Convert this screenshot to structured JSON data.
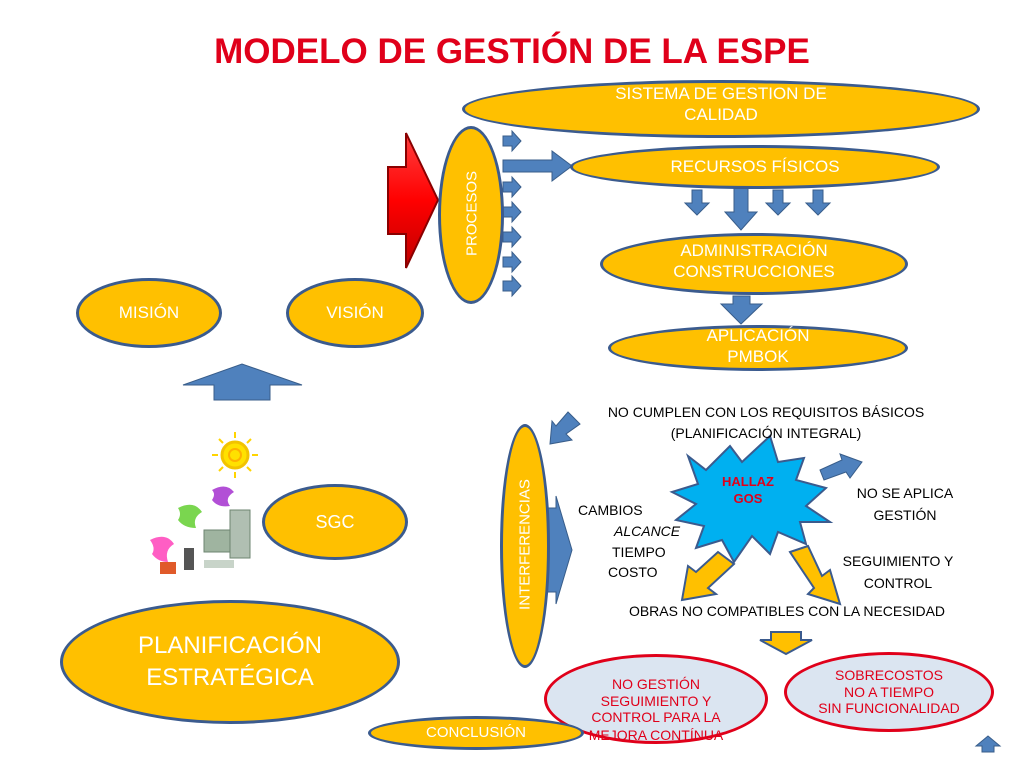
{
  "title": "MODELO DE GESTIÓN DE LA ESPE",
  "nodes": {
    "sistema": [
      "SISTEMA DE GESTION DE",
      "CALIDAD"
    ],
    "recursos": "RECURSOS FÍSICOS",
    "administracion": [
      "ADMINISTRACIÓN",
      "CONSTRUCCIONES"
    ],
    "aplicacion": [
      "APLICACIÓN",
      "PMBOK"
    ],
    "procesos": "PROCESOS",
    "mision": "MISIÓN",
    "vision": "VISIÓN",
    "sgc": "SGC",
    "planificacion": [
      "PLANIFICACIÓN",
      "ESTRATÉGICA"
    ],
    "interferencias": "INTERFERENCIAS",
    "hallazgos": [
      "HALLAZ",
      "GOS"
    ],
    "conclusion": "CONCLUSIÓN"
  },
  "texts": {
    "no_cumplen": [
      "NO CUMPLEN CON LOS REQUISITOS BÁSICOS",
      "(PLANIFICACIÓN INTEGRAL)"
    ],
    "no_se_aplica": [
      "NO SE APLICA",
      "GESTIÓN"
    ],
    "cambios": "CAMBIOS",
    "alcance": "ALCANCE",
    "tiempo": "TIEMPO",
    "costo": "COSTO",
    "seguimiento": [
      "SEGUIMIENTO Y",
      "CONTROL"
    ],
    "obras": "OBRAS NO COMPATIBLES CON LA NECESIDAD"
  },
  "outcomes": {
    "no_gestion": [
      "NO GESTIÓN",
      "SEGUIMIENTO Y",
      "CONTROL PARA LA",
      "MEJORA CONTÍNUA"
    ],
    "sobrecostos": [
      "SOBRECOSTOS",
      "NO A TIEMPO",
      "SIN FUNCIONALIDAD"
    ]
  },
  "colors": {
    "title": "#e0001a",
    "ellipse_fill": "#ffc000",
    "ellipse_border": "#3b5b8e",
    "arrow_blue": "#4f81bd",
    "arrow_red": "#ff0000",
    "burst_fill": "#00b0f0",
    "burst_text": "#e0001a",
    "outcome_fill": "#dbe5f1",
    "outcome_border": "#e0001a"
  },
  "icons": [
    "clipart-people-sun-computer",
    "nav-up-arrow-icon"
  ]
}
